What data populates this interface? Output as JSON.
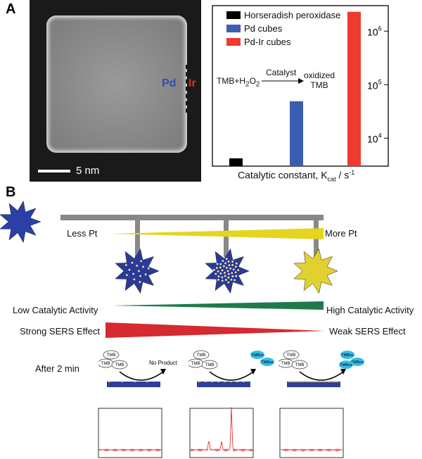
{
  "panel_a": {
    "label": "A",
    "tem": {
      "pd_label": "Pd",
      "ir_label": "Ir",
      "scale_bar": "5 nm",
      "pd_color": "#2a4fb5",
      "ir_color": "#d8322a"
    },
    "reaction": {
      "reactants": "TMB+H",
      "sub2": "2",
      "o": "O",
      "sub2b": "2",
      "catalyst": "Catalyst",
      "product_line1": "oxidized",
      "product_line2": "TMB"
    }
  },
  "chart_data": {
    "type": "bar",
    "categories": [
      "Horseradish peroxidase",
      "Pd cubes",
      "Pd-Ir cubes"
    ],
    "values": [
      4200,
      49000,
      2300000
    ],
    "colors": [
      "#000000",
      "#3a5fb0",
      "#ee3a30"
    ],
    "xlabel": "Catalytic constant, K",
    "xlabel_sub": "cat",
    "xlabel_unit": " / s",
    "xlabel_sup": "-1",
    "yscale": "log",
    "ylim": [
      3000,
      3000000
    ],
    "yticks": [
      {
        "base": "10",
        "exp": "4",
        "value": 10000
      },
      {
        "base": "10",
        "exp": "5",
        "value": 100000
      },
      {
        "base": "10",
        "exp": "6",
        "value": 1000000
      }
    ],
    "legend": "top-left"
  },
  "panel_b": {
    "label": "B",
    "less_pt": "Less Pt",
    "more_pt": "More Pt",
    "low_activity": "Low Catalytic Activity",
    "high_activity": "High Catalytic Activity",
    "strong_sers": "Strong SERS Effect",
    "weak_sers": "Weak SERS Effect",
    "after": "After 2 min",
    "tmb": "TMB",
    "tmbox": "TMBox",
    "no_product": "No Product"
  }
}
